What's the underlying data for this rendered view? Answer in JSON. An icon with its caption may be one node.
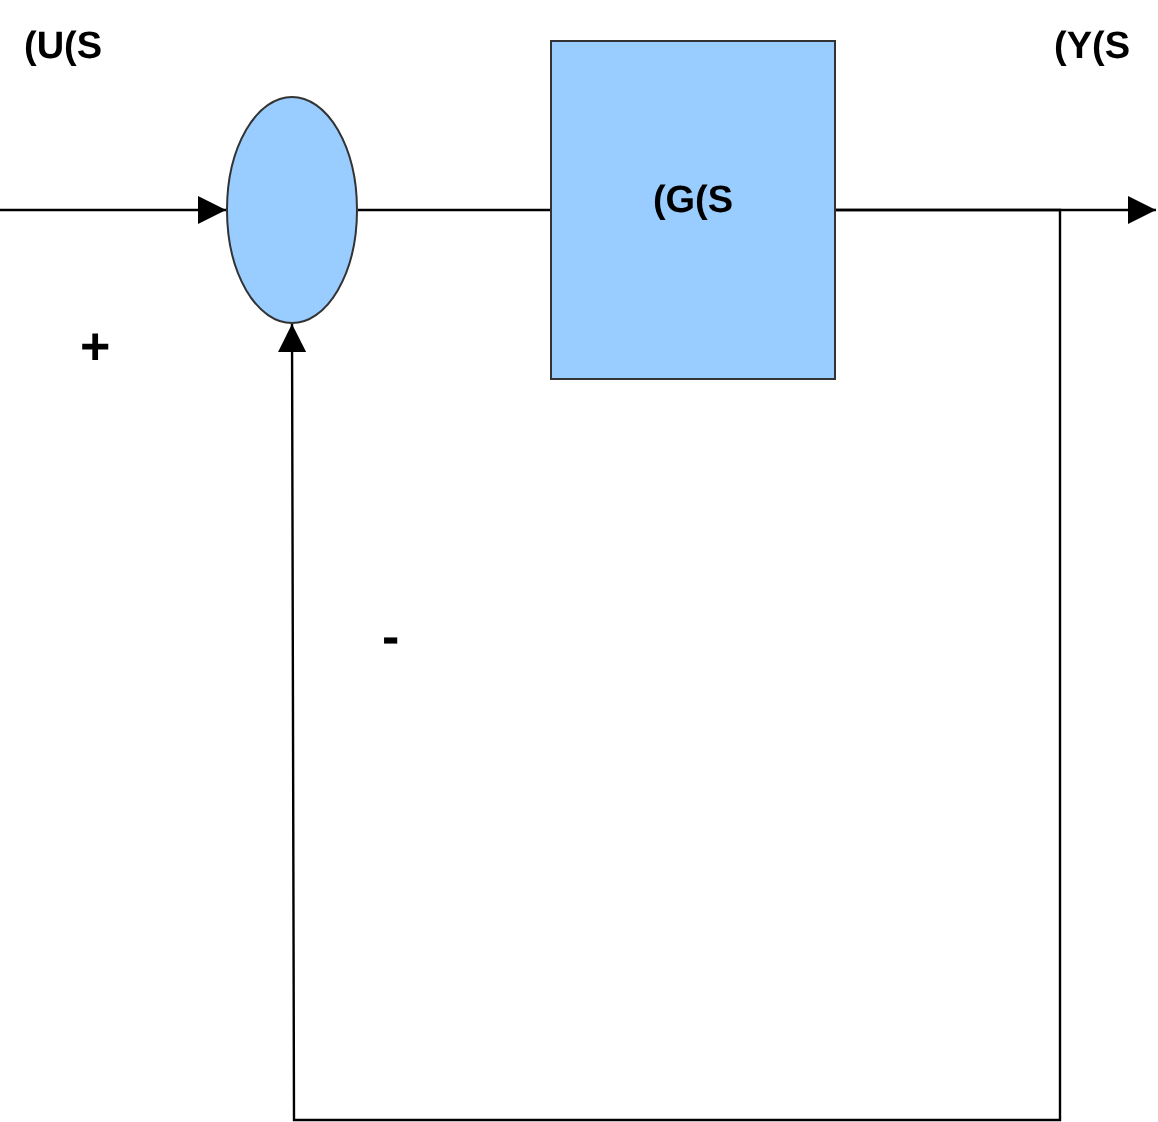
{
  "diagram": {
    "nodes": [
      {
        "text": [],
        "shape": "circle"
      },
      {
        "text": [
          "(G(S"
        ]
      }
    ],
    "edges": [
      {
        "from": null,
        "to": 0,
        "arrow": "to"
      },
      {
        "from": 0,
        "to": 1,
        "arrow": "none"
      },
      {
        "from": 1,
        "to": null,
        "arrow": "to"
      },
      {
        "from": 1,
        "to": 0,
        "arrow": "to"
      }
    ],
    "labels": [
      "(U(S",
      "(Y(S",
      "+",
      "-"
    ]
  }
}
